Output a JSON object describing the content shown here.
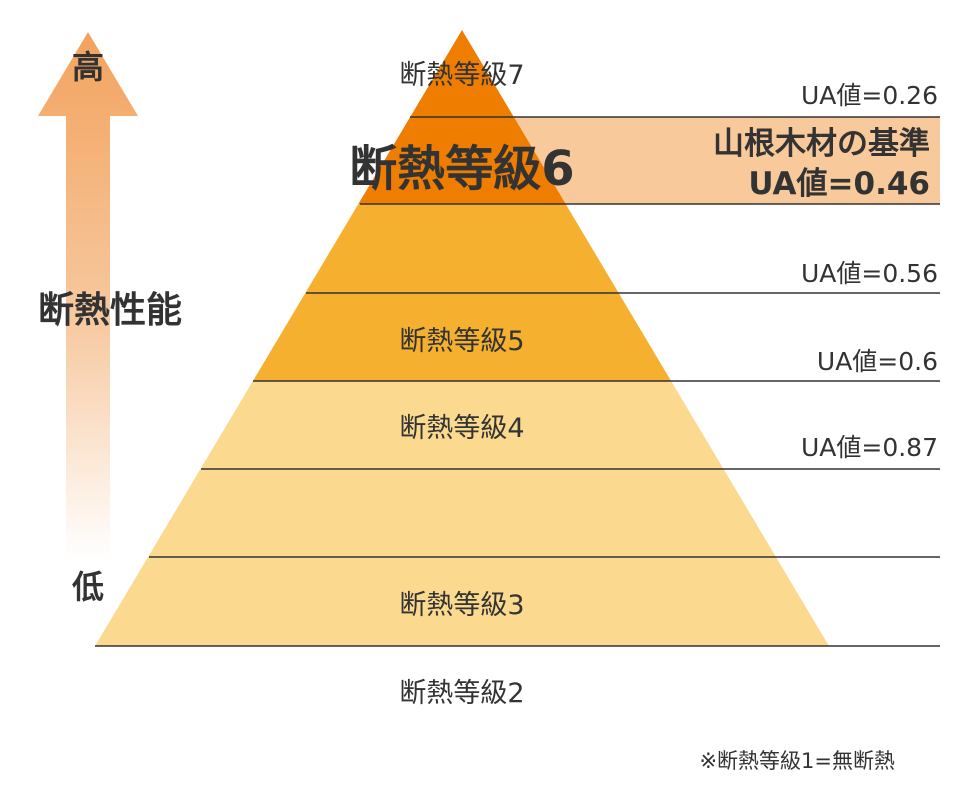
{
  "axis": {
    "high_label": "高",
    "low_label": "低",
    "title": "断熱性能"
  },
  "grades": [
    {
      "label": "断熱等級7",
      "color": "#ee7d00"
    },
    {
      "label": "断熱等級6",
      "color": "#ee7d00"
    },
    {
      "label": "断熱等級5",
      "color": "#f4b02e"
    },
    {
      "label": "断熱等級4",
      "color": "#f4b02e"
    },
    {
      "label": "",
      "color": "#fbd98f"
    },
    {
      "label": "断熱等級3",
      "color": "#fbd98f"
    },
    {
      "label": "断熱等級2",
      "color": "#fbd98f"
    }
  ],
  "ua_values": [
    "UA値=0.26",
    "UA値=0.56",
    "UA値=0.6",
    "UA値=0.87"
  ],
  "standard": {
    "line1": "山根木材の基準",
    "line2": "UA値=0.46",
    "band_color": "#f8c99a"
  },
  "footnote": "※断熱等級1=無断熱",
  "colors": {
    "arrow": "#f2a35e",
    "line": "#333333",
    "text": "#333333"
  }
}
